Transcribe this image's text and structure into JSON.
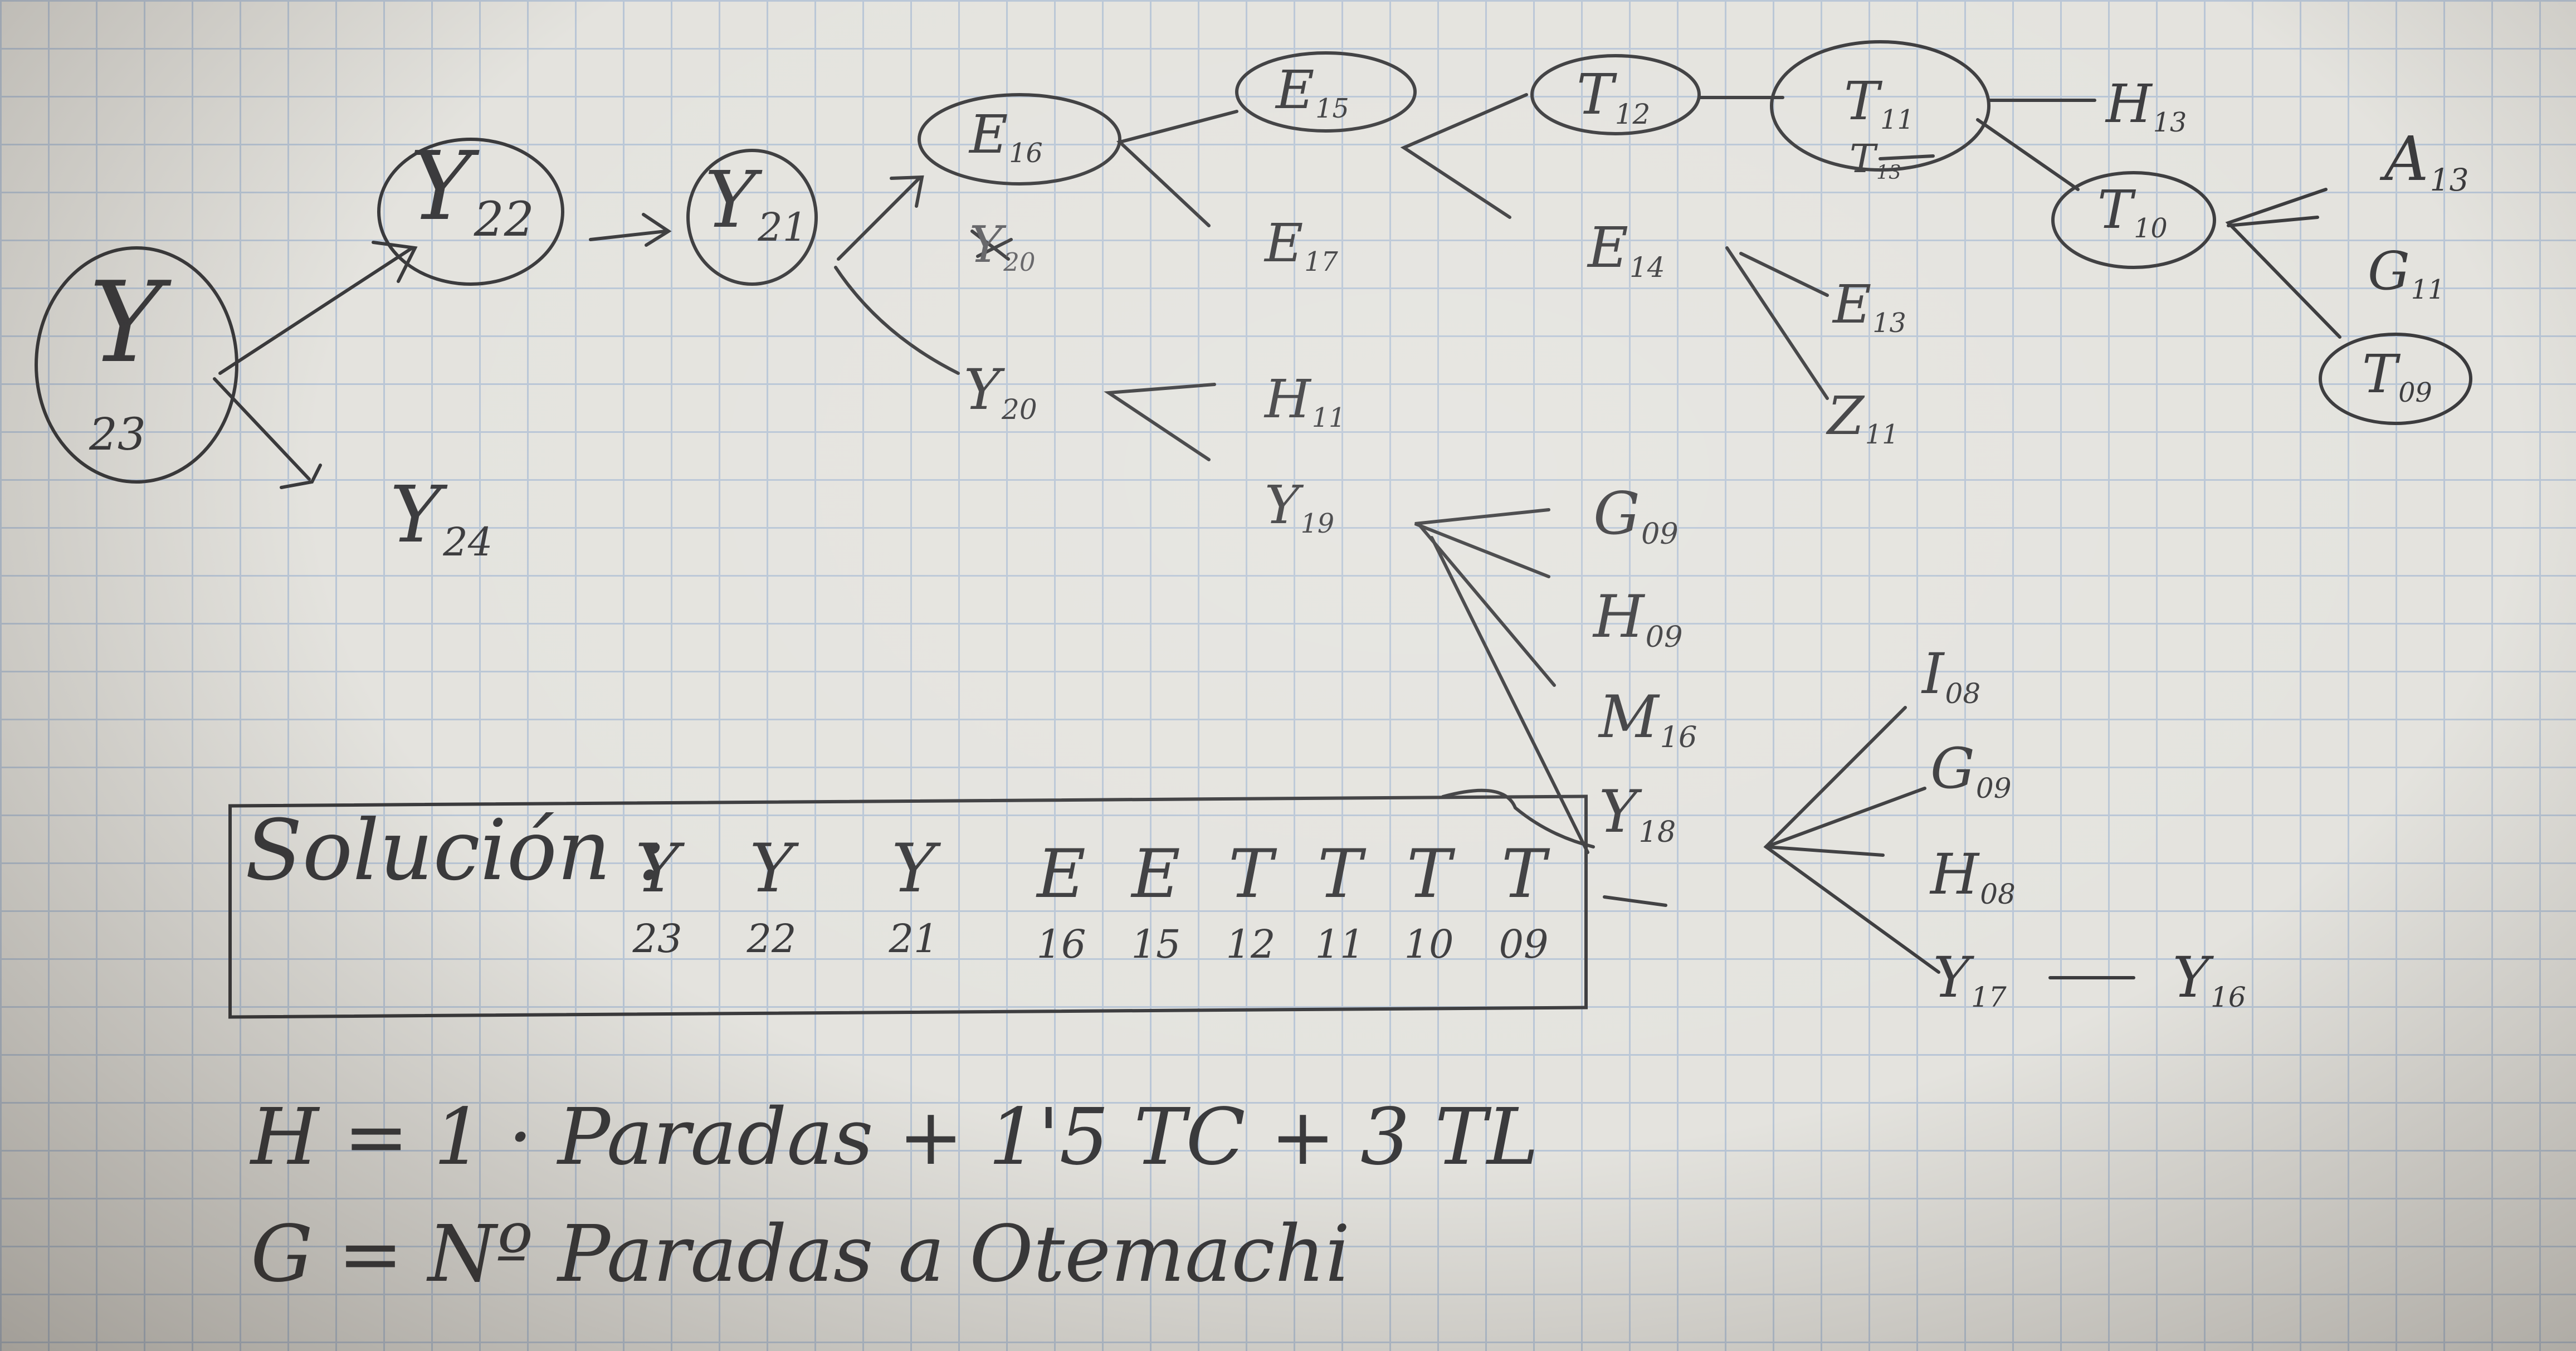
{
  "tree": {
    "root": {
      "letter": "Y",
      "num": "23"
    },
    "nodes": {
      "y22": {
        "letter": "Y",
        "num": "22"
      },
      "y21": {
        "letter": "Y",
        "num": "21"
      },
      "y24": {
        "letter": "Y",
        "num": "24"
      },
      "e16": {
        "letter": "E",
        "num": "16"
      },
      "crossed": {
        "letter": "Y",
        "num": "20"
      },
      "y20": {
        "letter": "Y",
        "num": "20"
      },
      "e15": {
        "letter": "E",
        "num": "15"
      },
      "e17": {
        "letter": "E",
        "num": "17"
      },
      "h11": {
        "letter": "H",
        "num": "11"
      },
      "y19": {
        "letter": "Y",
        "num": "19"
      },
      "t12": {
        "letter": "T",
        "num": "12"
      },
      "e14": {
        "letter": "E",
        "num": "14"
      },
      "t11": {
        "letter": "T",
        "num": "11"
      },
      "t13": {
        "letter": "T",
        "num": "13"
      },
      "e13": {
        "letter": "E",
        "num": "13"
      },
      "z11": {
        "letter": "Z",
        "num": "11"
      },
      "h13": {
        "letter": "H",
        "num": "13"
      },
      "t10": {
        "letter": "T",
        "num": "10"
      },
      "a13": {
        "letter": "A",
        "num": "13"
      },
      "g11": {
        "letter": "G",
        "num": "11"
      },
      "t09": {
        "letter": "T",
        "num": "09"
      },
      "g09": {
        "letter": "G",
        "num": "09"
      },
      "h09": {
        "letter": "H",
        "num": "09"
      },
      "m16": {
        "letter": "M",
        "num": "16"
      },
      "y18": {
        "letter": "Y",
        "num": "18"
      },
      "i08": {
        "letter": "I",
        "num": "08"
      },
      "g09b": {
        "letter": "G",
        "num": "09"
      },
      "h08": {
        "letter": "H",
        "num": "08"
      },
      "y17": {
        "letter": "Y",
        "num": "17"
      },
      "y16": {
        "letter": "Y",
        "num": "16"
      }
    }
  },
  "solution": {
    "label": "Solución :",
    "items": [
      {
        "letter": "Y",
        "num": "23"
      },
      {
        "letter": "Y",
        "num": "22"
      },
      {
        "letter": "Y",
        "num": "21"
      },
      {
        "letter": "E",
        "num": "16"
      },
      {
        "letter": "E",
        "num": "15"
      },
      {
        "letter": "T",
        "num": "12"
      },
      {
        "letter": "T",
        "num": "11"
      },
      {
        "letter": "T",
        "num": "10"
      },
      {
        "letter": "T",
        "num": "09"
      }
    ]
  },
  "formulas": {
    "h": "H = 1 · Paradas + 1'5 TC + 3 TL",
    "g": "G = Nº Paradas a Otemachi"
  },
  "colors": {
    "ink": "#3a3a3c",
    "paper": "#e4e3de",
    "grid": "#b9c6d6"
  }
}
